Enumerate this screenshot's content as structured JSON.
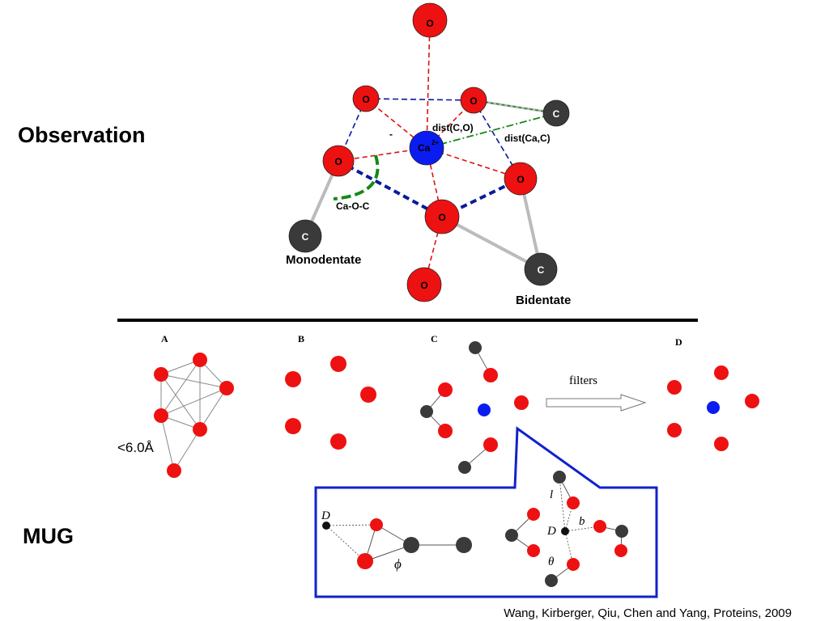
{
  "labels": {
    "observation": "Observation",
    "mug": "MUG"
  },
  "citation": "Wang, Kirberger, Qiu, Chen and Yang, Proteins, 2009",
  "observation_diagram": {
    "oxygen_label": "O",
    "carbon_label": "C",
    "calcium_label": "Ca",
    "calcium_charge": "2+",
    "minus_sign": "-",
    "dist_c_o": "dist(C,O)",
    "dist_ca_c": "dist(Ca,C)",
    "angle_label": "Ca-O-C",
    "monodentate": "Monodentate",
    "bidentate": "Bidentate"
  },
  "panels": {
    "a": "A",
    "b": "B",
    "c": "C",
    "d": "D",
    "distance_threshold": "<6.0Å",
    "filters": "filters"
  },
  "inset": {
    "d_label": "D",
    "phi": "ϕ",
    "l": "l",
    "b": "b",
    "theta": "θ"
  },
  "colors": {
    "oxygen": "#ee1111",
    "calcium": "#0b1cf0",
    "carbon": "#3a3a3a",
    "red_dash": "#dd1111",
    "blue_dash": "#0a1a9a",
    "green_dash": "#138a13",
    "inset_border": "#1122cc"
  }
}
